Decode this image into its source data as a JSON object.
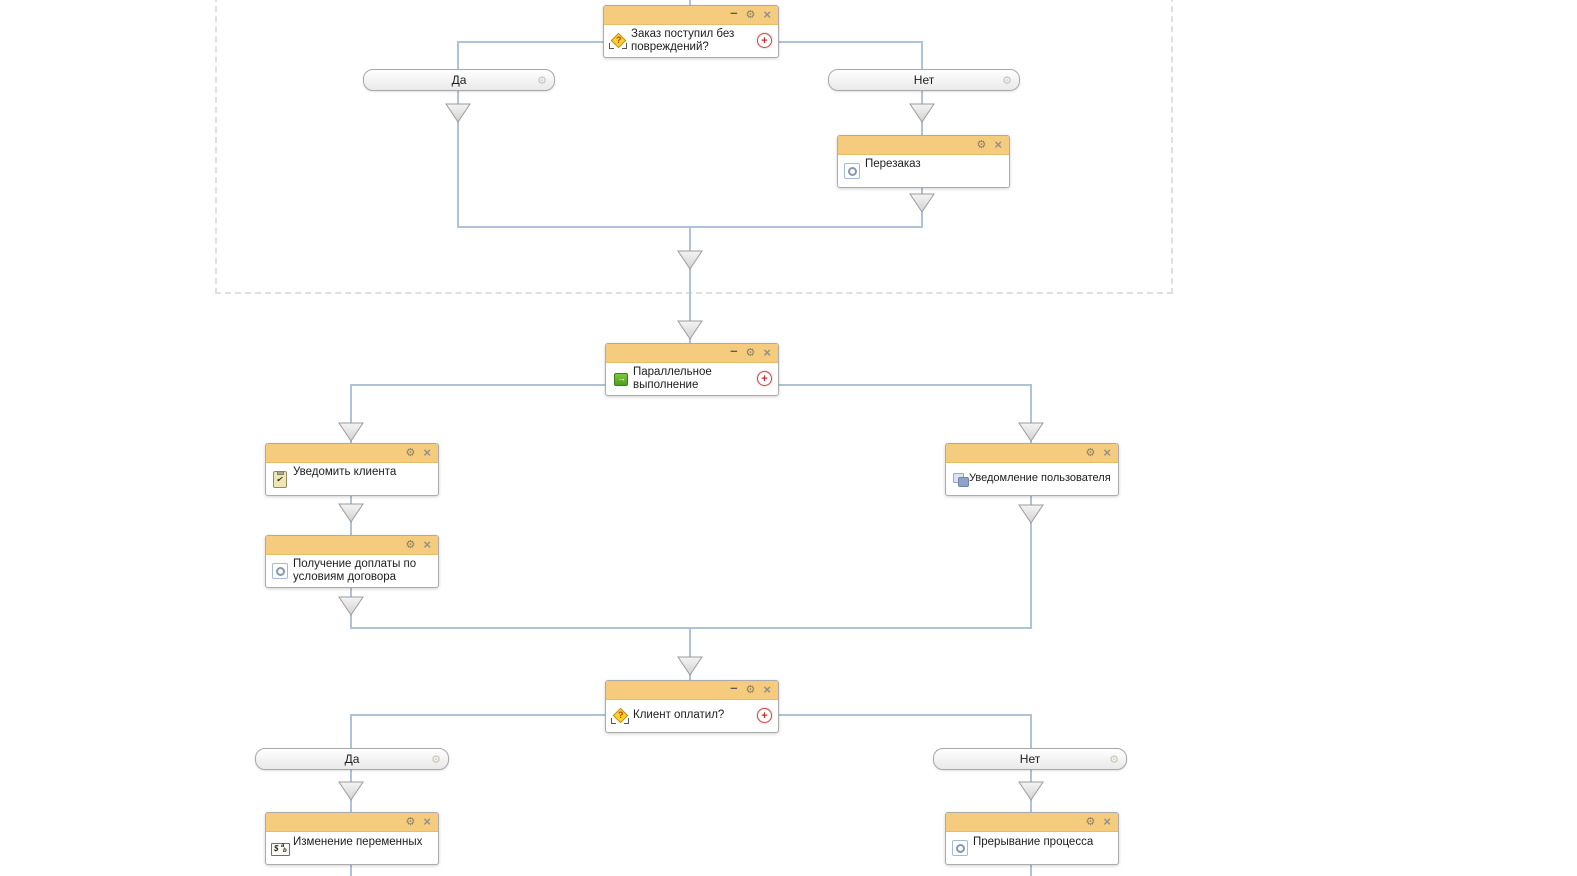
{
  "colors": {
    "node_header": "#F5CB7E",
    "node_border": "#ABABAB",
    "connector": "#AEC2D8",
    "dashed_boundary": "#DFDFDF",
    "add_button_red": "#C03030",
    "gateway_yellow": "#FFD42A",
    "parallel_green": "#5FB32C"
  },
  "icons": {
    "minimize": "–",
    "gear": "⚙",
    "close": "×",
    "add": "+"
  },
  "nodes": {
    "order_intact": {
      "title": "Заказ поступил без повреждений?",
      "icon": "gateway-question-icon"
    },
    "reorder": {
      "title": "Перезаказ",
      "icon": "subprocess-icon"
    },
    "parallel": {
      "title": "Параллельное выполнение",
      "icon": "parallel-execution-icon"
    },
    "notify_client": {
      "title": "Уведомить клиента",
      "icon": "user-task-icon"
    },
    "notify_user": {
      "title": "Уведомление пользователя",
      "icon": "user-notification-icon"
    },
    "surcharge": {
      "title": "Получение доплаты по условиям договора",
      "icon": "subprocess-icon"
    },
    "client_paid": {
      "title": "Клиент оплатил?",
      "icon": "gateway-question-icon"
    },
    "change_variables": {
      "title": "Изменение переменных",
      "icon": "variables-icon"
    },
    "interrupt_process": {
      "title": "Прерывание процесса",
      "icon": "subprocess-icon"
    }
  },
  "branches": {
    "order_yes": {
      "label": "Да"
    },
    "order_no": {
      "label": "Нет"
    },
    "paid_yes": {
      "label": "Да"
    },
    "paid_no": {
      "label": "Нет"
    }
  }
}
